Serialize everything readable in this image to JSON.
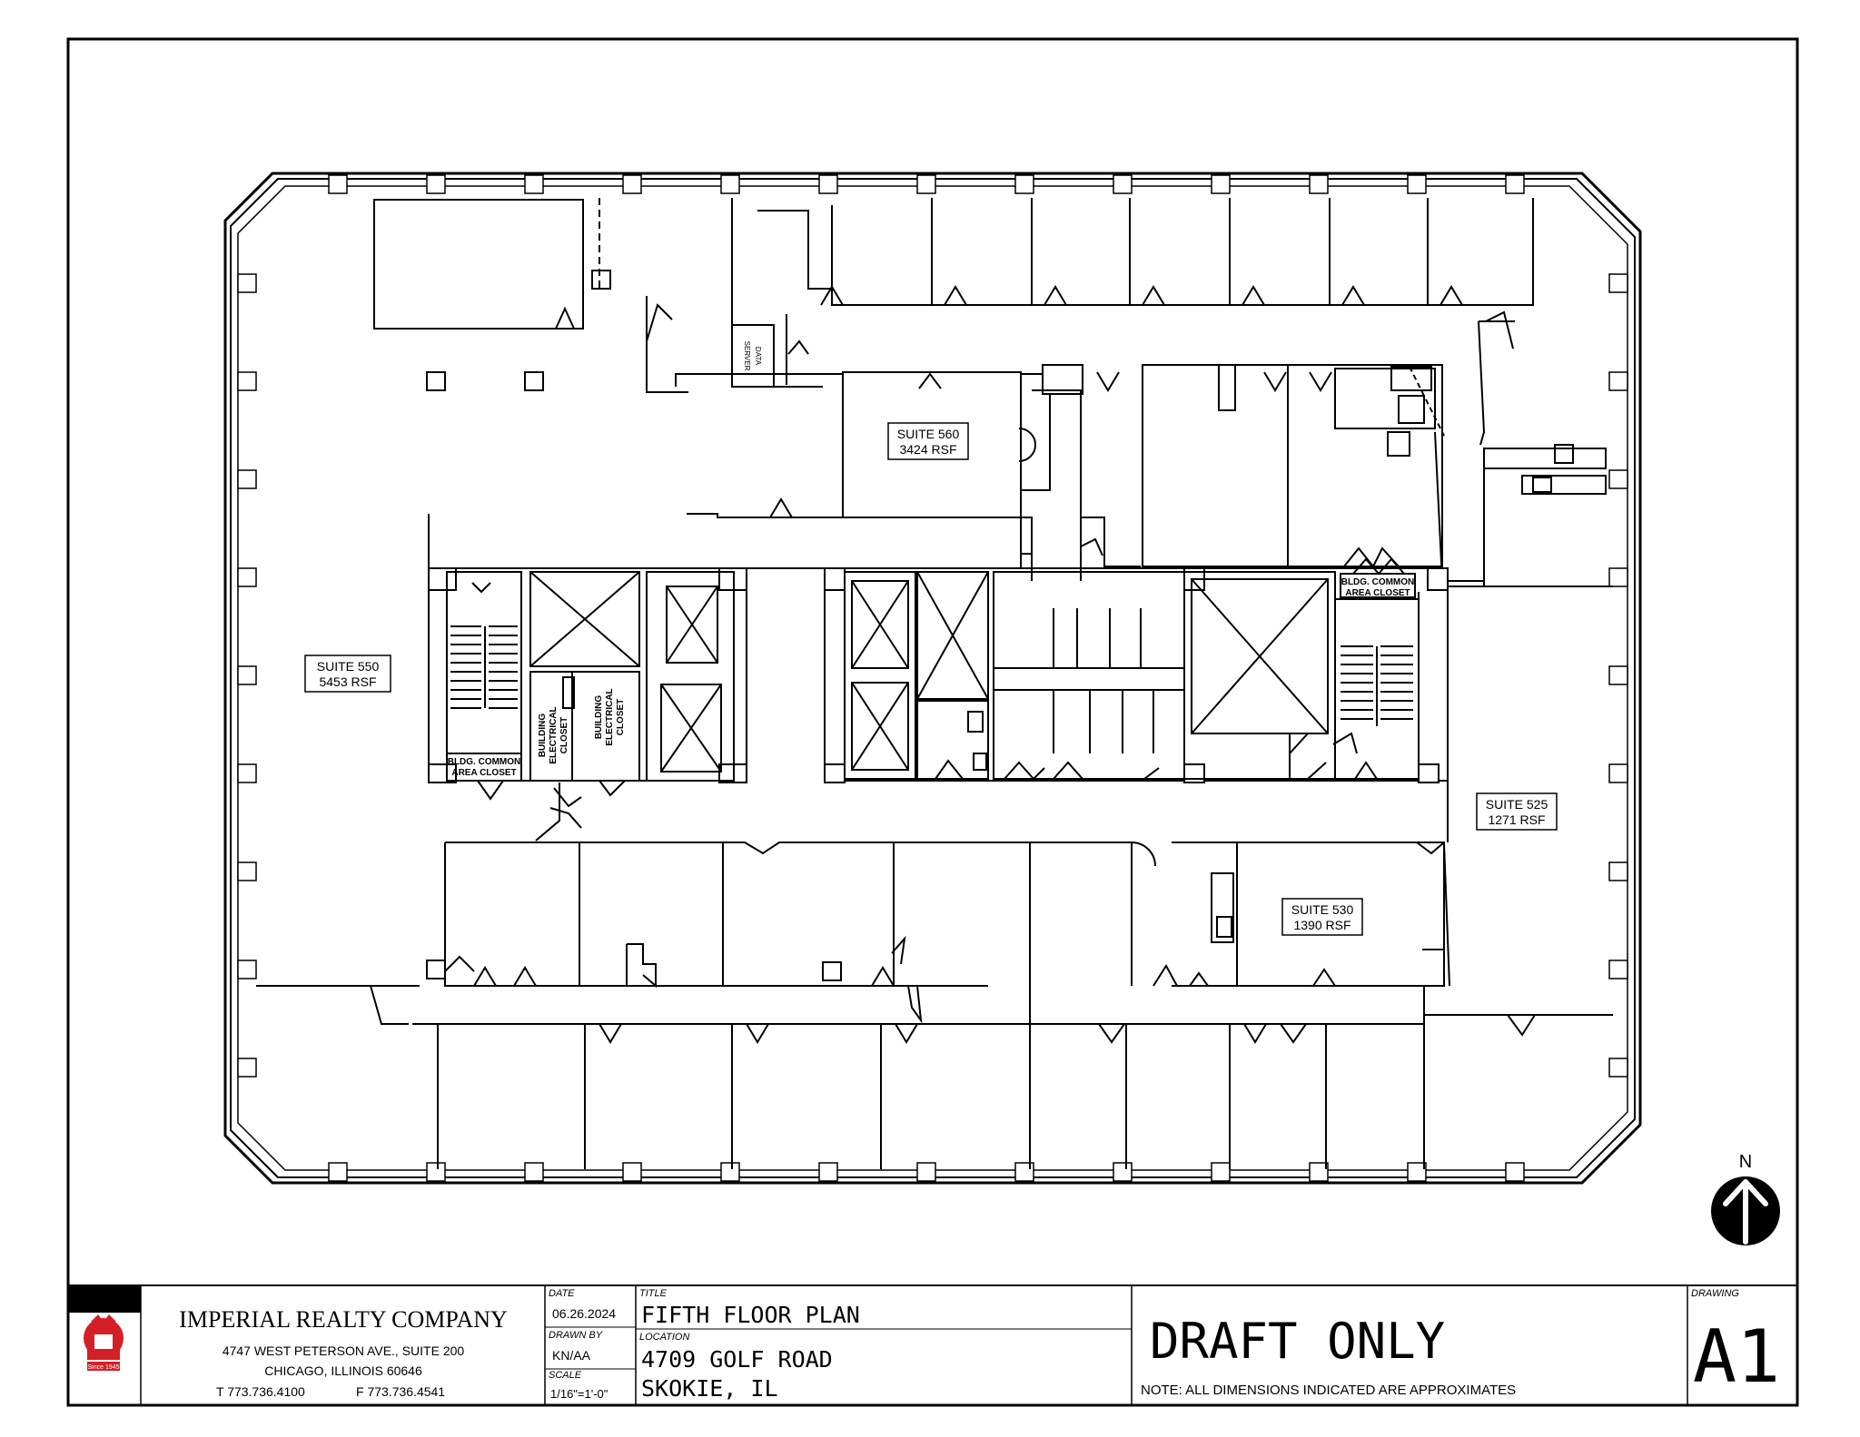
{
  "suites": [
    {
      "id": "560",
      "name": "SUITE 560",
      "area": "3424 RSF"
    },
    {
      "id": "550",
      "name": "SUITE 550",
      "area": "5453 RSF"
    },
    {
      "id": "525",
      "name": "SUITE 525",
      "area": "1271 RSF"
    },
    {
      "id": "530",
      "name": "SUITE 530",
      "area": "1390 RSF"
    }
  ],
  "service_labels": {
    "server_line1": "SERVER",
    "server_line2": "DATA",
    "common_closet_line1": "BLDG. COMMON",
    "common_closet_line2": "AREA CLOSET",
    "elec_closet_line1": "BUILDING",
    "elec_closet_line2": "ELECTRICAL",
    "elec_closet_line3": "CLOSET"
  },
  "north_arrow": {
    "label": "N"
  },
  "title_block": {
    "logo_text": "Since 1945",
    "company_name": "IMPERIAL REALTY COMPANY",
    "address_line1": "4747 WEST PETERSON AVE., SUITE 200",
    "address_line2": "CHICAGO, ILLINOIS 60646",
    "phone": "T 773.736.4100",
    "fax": "F 773.736.4541",
    "date_label": "DATE",
    "date_value": "06.26.2024",
    "drawn_by_label": "DRAWN BY",
    "drawn_by_value": "KN/AA",
    "scale_label": "SCALE",
    "scale_value": "1/16\"=1'-0\"",
    "title_label": "TITLE",
    "title_value": "FIFTH FLOOR PLAN",
    "location_label": "LOCATION",
    "location_line1": "4709 GOLF ROAD",
    "location_line2": "SKOKIE, IL",
    "draft_text": "DRAFT ONLY",
    "note_text": "NOTE: ALL DIMENSIONS INDICATED ARE APPROXIMATES",
    "drawing_label": "DRAWING",
    "drawing_number": "A1"
  }
}
